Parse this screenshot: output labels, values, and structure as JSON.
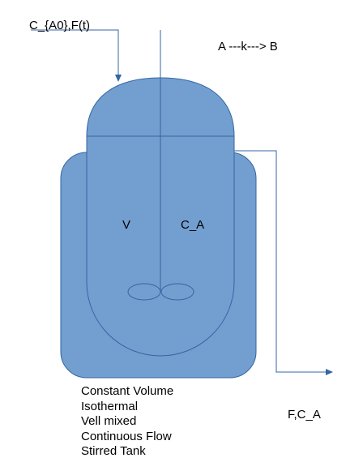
{
  "labels": {
    "inlet": "C_{A0},F(t)",
    "reaction": "A ---k---> B",
    "volume": "V",
    "concentration": "C_A",
    "outlet": "F,C_A"
  },
  "notes": [
    "Constant Volume",
    "Isothermal",
    "Vell mixed",
    "Continuous Flow",
    "Stirred Tank"
  ],
  "colors": {
    "tank_fill": "#729fcf",
    "tank_stroke": "#3465a4",
    "arrow": "#3465a4",
    "text": "#000000"
  }
}
